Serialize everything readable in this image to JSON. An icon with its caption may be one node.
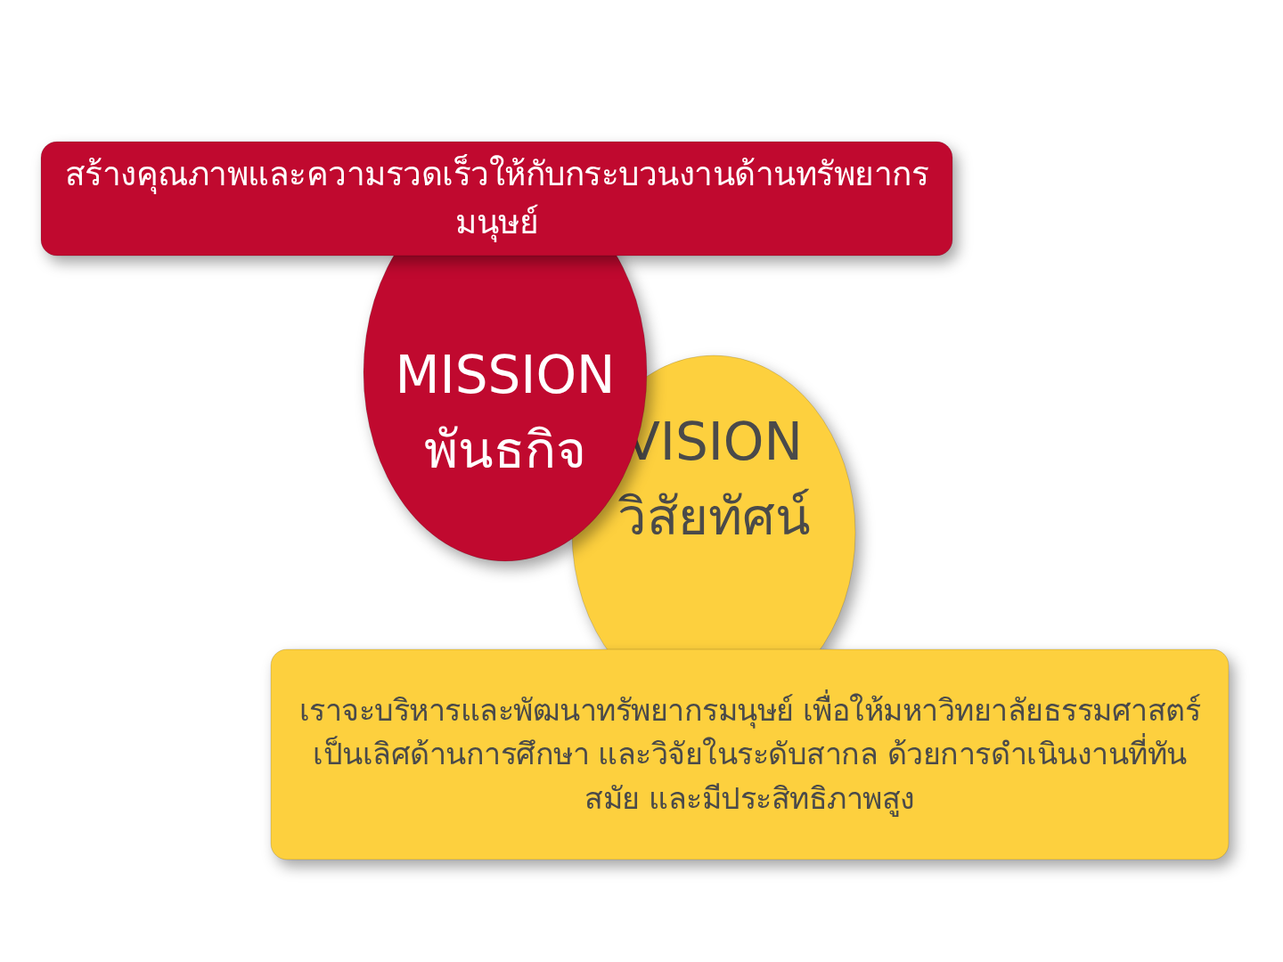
{
  "diagram": {
    "nodes": [
      {
        "text": [
          "สร้างคุณภาพและความรวดเร็วให้กับกระบวนงานด้านทรัพยากรมนุษย์"
        ]
      },
      {
        "text": [
          "MISSION",
          "พันธกิจ"
        ]
      },
      {
        "text": [
          "VISION",
          "วิสัยทัศน์"
        ]
      },
      {
        "text": [
          "เราจะบริหารและพัฒนาทรัพยากรมนุษย์ เพื่อให้มหาวิทยาลัยธรรมศาสตร์เป็นเลิศด้านการศึกษา และวิจัยในระดับสากล ด้วยการดำเนินงานที่ทันสมัย และมีประสิทธิภาพสูง"
        ]
      }
    ]
  }
}
